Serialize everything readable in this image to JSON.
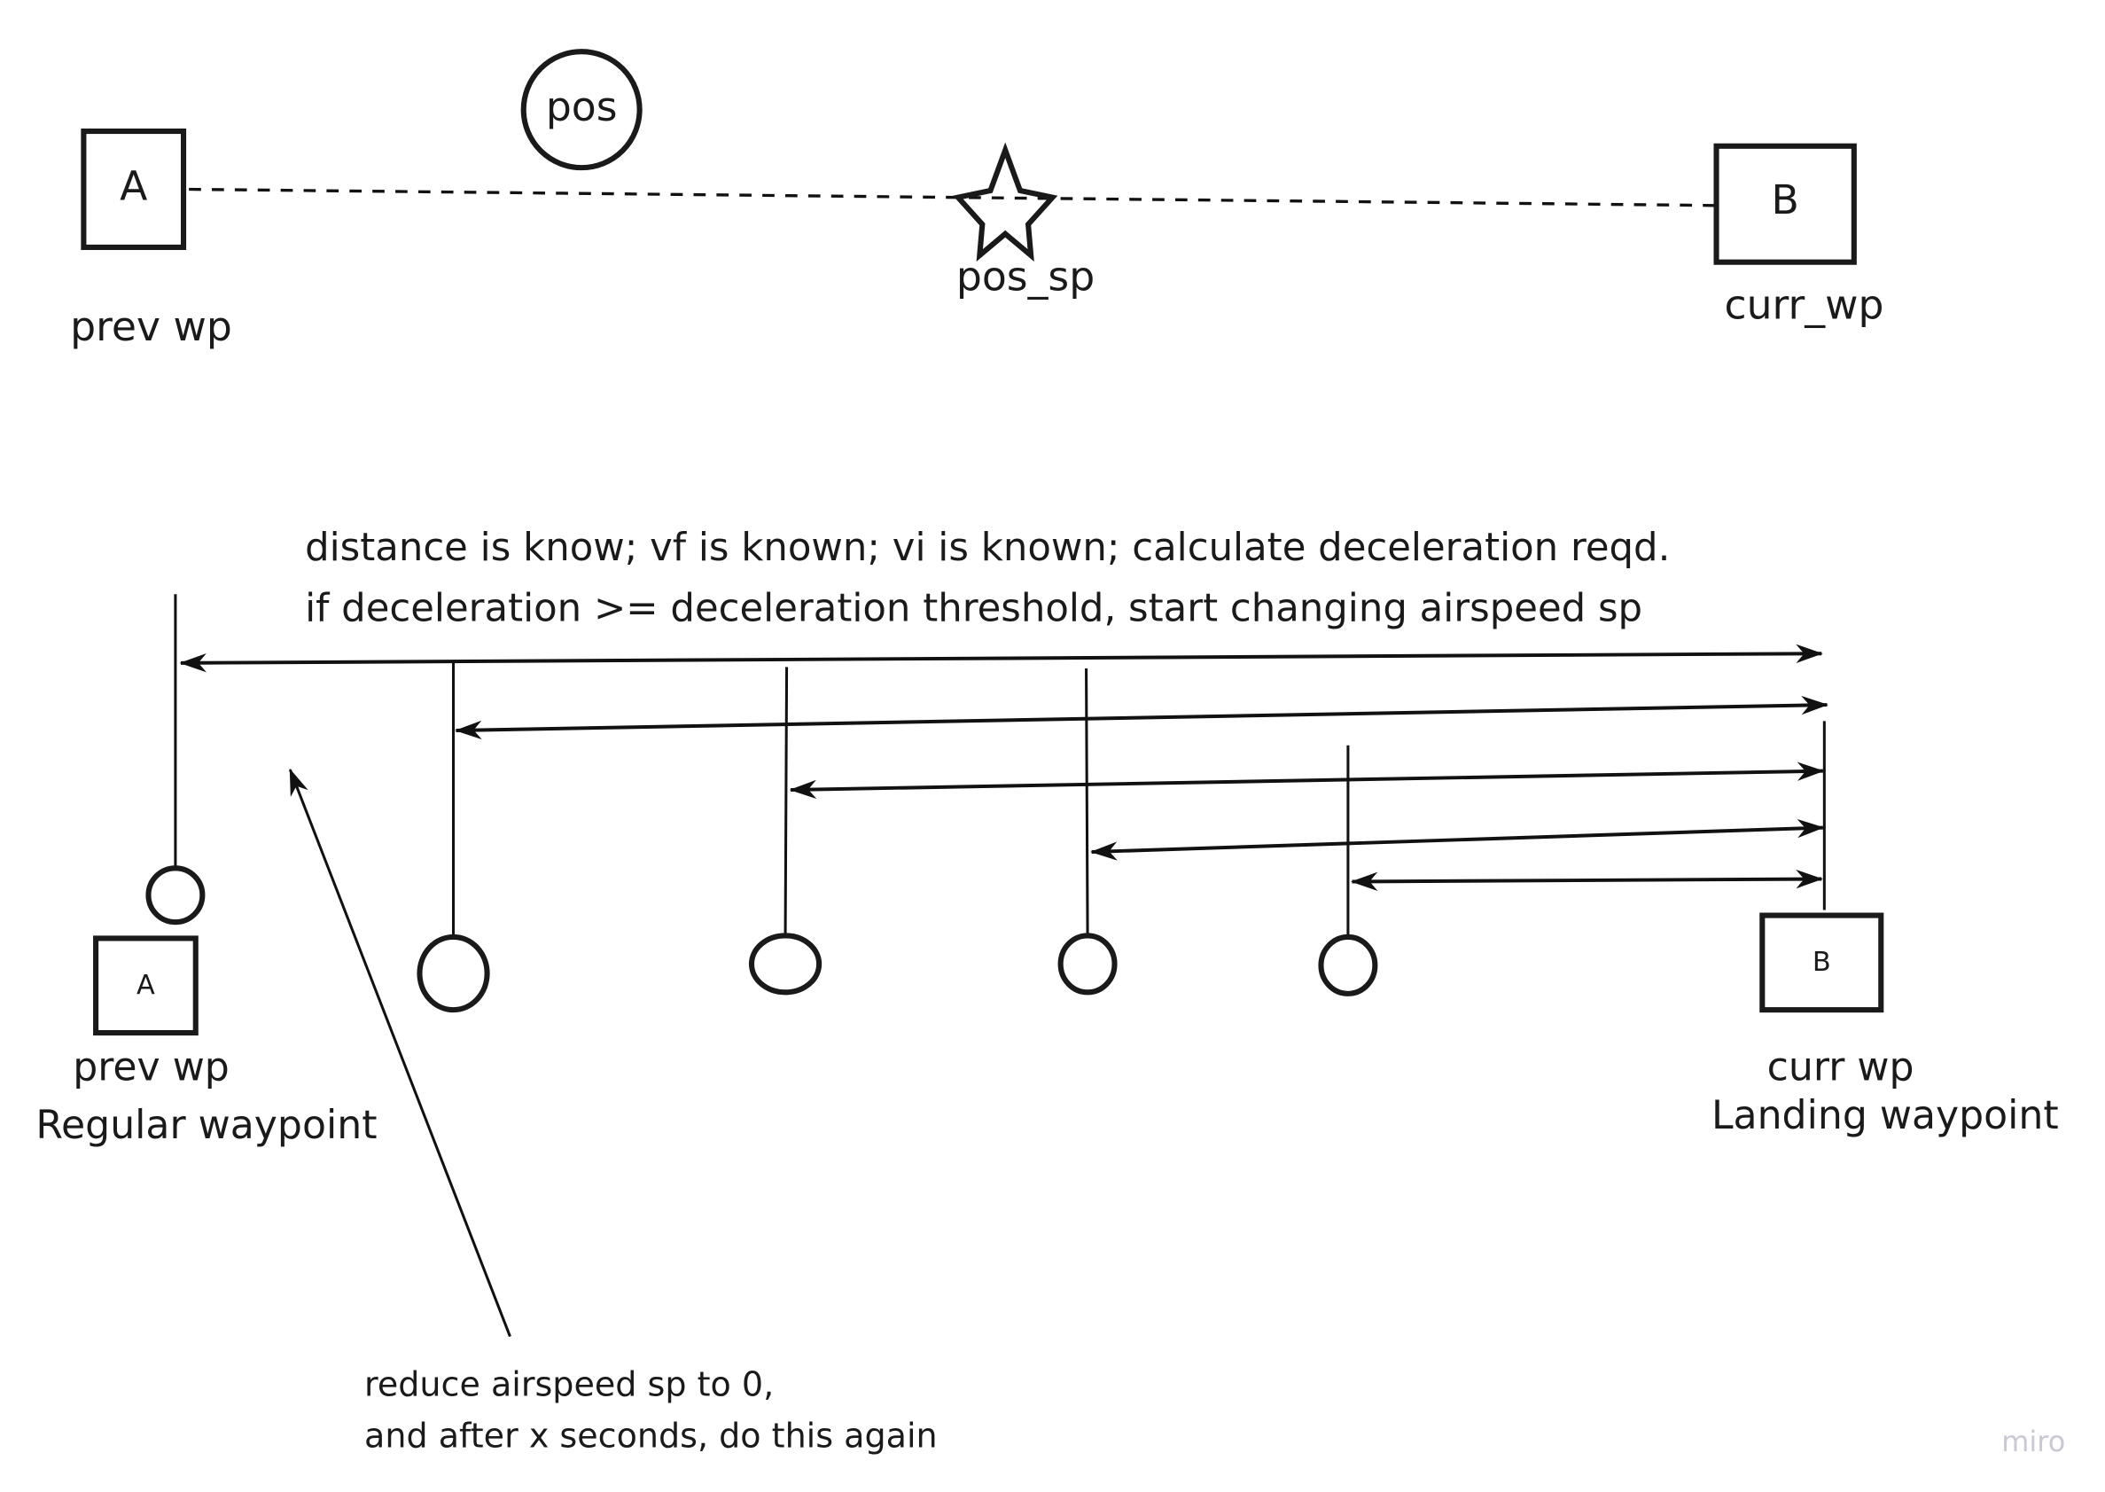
{
  "top_diagram": {
    "prev_wp": {
      "box_label": "A",
      "caption": "prev wp"
    },
    "pos": {
      "label": "pos"
    },
    "pos_sp": {
      "label": "pos_sp"
    },
    "curr_wp": {
      "box_label": "B",
      "caption": "curr_wp"
    }
  },
  "bottom_diagram": {
    "description_lines": [
      "distance is know; vf is known; vi is known; calculate deceleration reqd.",
      "if deceleration >= deceleration threshold, start changing airspeed sp"
    ],
    "prev_wp": {
      "box_label": "A",
      "caption": "prev wp",
      "type": "Regular waypoint"
    },
    "curr_wp": {
      "box_label": "B",
      "caption": "curr wp",
      "type": "Landing waypoint"
    },
    "note_lines": [
      "reduce airspeed sp to 0,",
      "and after x seconds, do this again"
    ],
    "intermediate_positions": 5,
    "distance_arrows": 5
  },
  "watermark": "miro",
  "colors": {
    "stroke": "#1a1a1a",
    "watermark": "#c9c9d6",
    "background": "#ffffff"
  }
}
